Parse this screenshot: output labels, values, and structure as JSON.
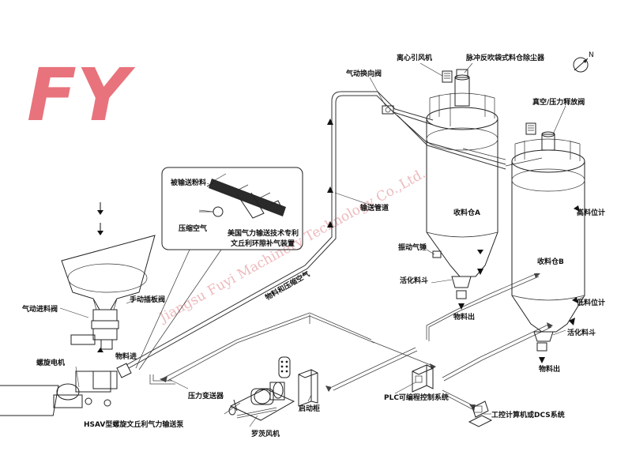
{
  "logo": {
    "text": "FY",
    "color": "#e8737c"
  },
  "watermark": {
    "text": "Jiangsu Fuyi Machinery Technology Co.,Ltd."
  },
  "compass": {
    "label": "N"
  },
  "labels": {
    "centrifugal_fan": "离心引风机",
    "pulse_dust_collector": "脉冲反吹袋式料仓除尘器",
    "pneumatic_diverter": "气动换向阀",
    "vacuum_pressure_relief": "真空/压力释放阀",
    "conveyed_powder": "被输送粉料",
    "compressed_air": "压缩空气",
    "patent_line1": "美国气力输送技术专利",
    "patent_line2": "文丘利环隙补气装置",
    "conveying_pipe": "输送管道",
    "silo_a": "收料仓A",
    "silo_b": "收料仓B",
    "high_level": "高料位计",
    "low_level": "低料位计",
    "vibrating_pin": "振动气锤",
    "activation_hopper_a": "活化料斗",
    "activation_hopper_b": "活化料斗",
    "discharge_a": "物料出",
    "discharge_b": "物料出",
    "material_air": "物料和压缩空气",
    "manual_gate": "手动插板阀",
    "pneumatic_feed_valve": "气动进料阀",
    "material_in": "物料进",
    "screw_motor": "螺旋电机",
    "pressure_transmitter": "压力变送器",
    "pump_name": "HSAV型螺旋文丘利气力输送泵",
    "roots_blower": "罗茨风机",
    "starter_cabinet": "启动柜",
    "plc": "PLC可编程控制系统",
    "dcs": "工控计算机或DCS系统"
  }
}
